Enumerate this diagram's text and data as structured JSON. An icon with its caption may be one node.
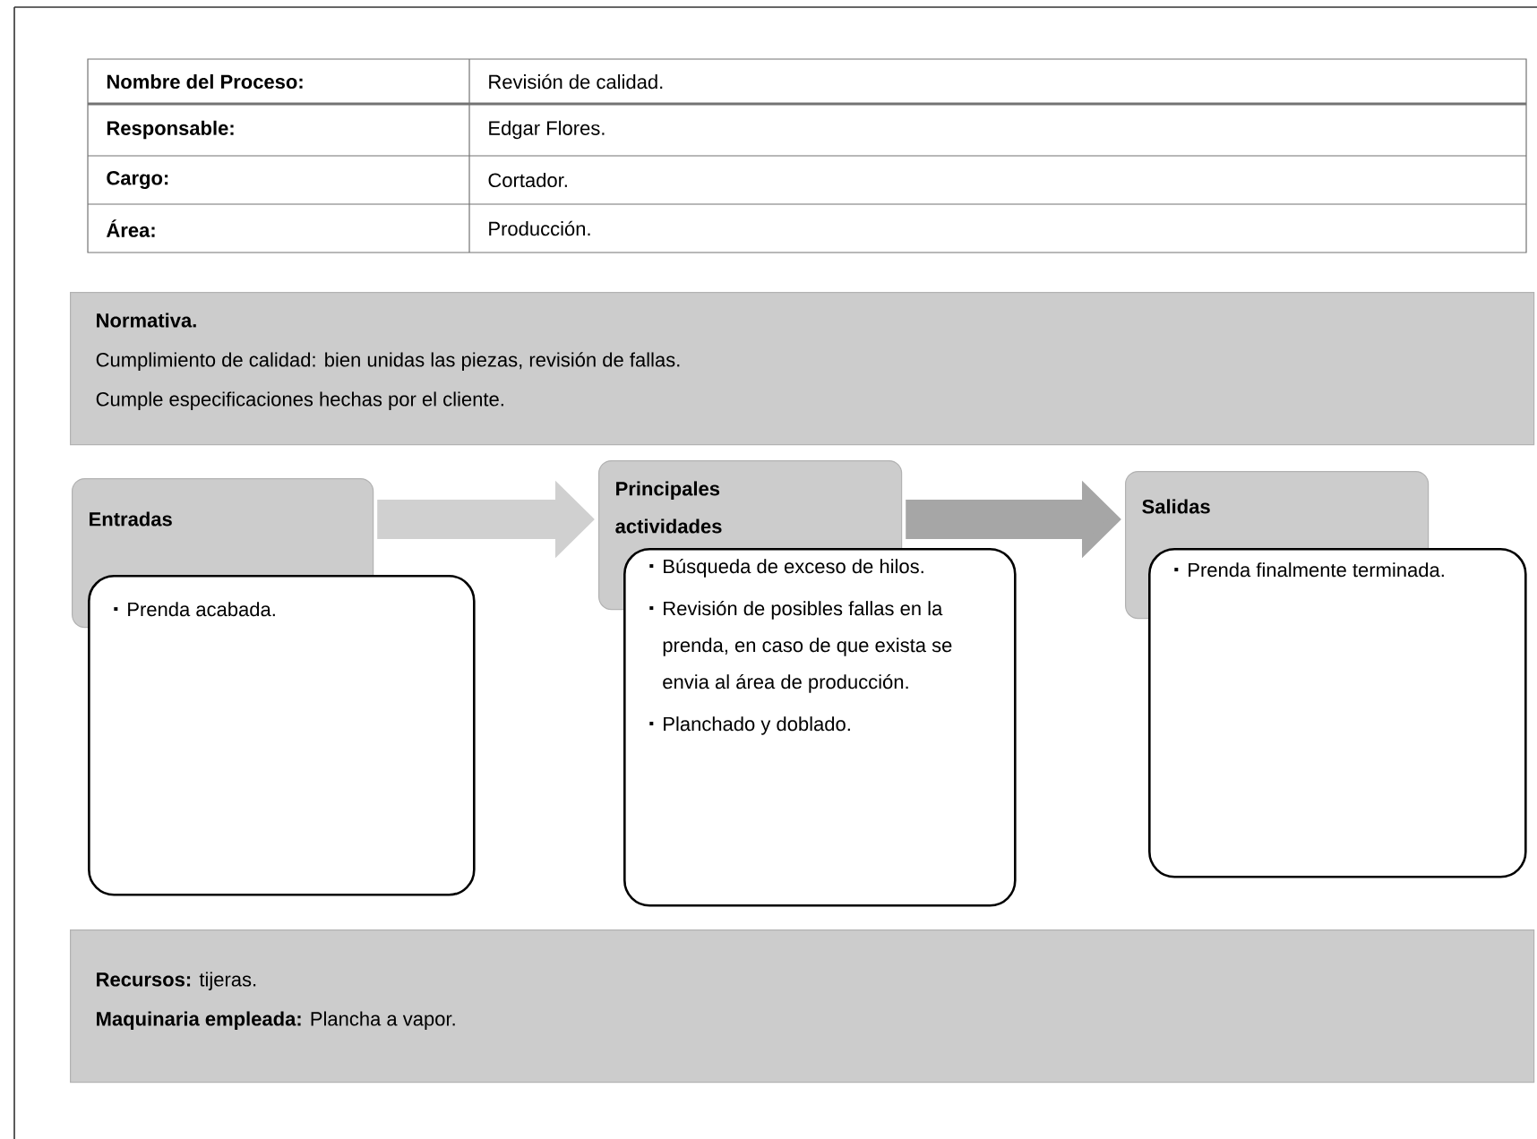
{
  "diagram": {
    "nodes": [
      {
        "text": [
          "Normativa.",
          "Cumplimiento de calidad: bien unidas las piezas, revisión de fallas.",
          "Cumple especificaciones hechas por el cliente."
        ]
      },
      {
        "text": [
          "Entradas",
          "Prenda acabada."
        ]
      },
      {
        "text": [
          "Principales actividades",
          "Búsqueda de exceso de hilos.",
          "Revisión de posibles fallas en la prenda, en caso de que exista se envia al área de producción.",
          "Planchado y doblado."
        ]
      },
      {
        "text": [
          "Salidas",
          "Prenda finalmente terminada."
        ]
      },
      {
        "text": [
          "**Recursos:** tijeras.",
          "**Maquinaria empleada:** Plancha a vapor."
        ]
      }
    ],
    "edges": [
      {
        "from": 1,
        "to": 2,
        "arrow": "to"
      },
      {
        "from": 2,
        "to": 3,
        "arrow": "to",
        "color": "#a6a6a6"
      }
    ],
    "labels": [
      "Nombre del Proceso:",
      "Revisión de calidad.",
      "Responsable:",
      "Edgar Flores.",
      "Cargo:",
      "Cortador.",
      "Área:",
      "Producción."
    ]
  }
}
